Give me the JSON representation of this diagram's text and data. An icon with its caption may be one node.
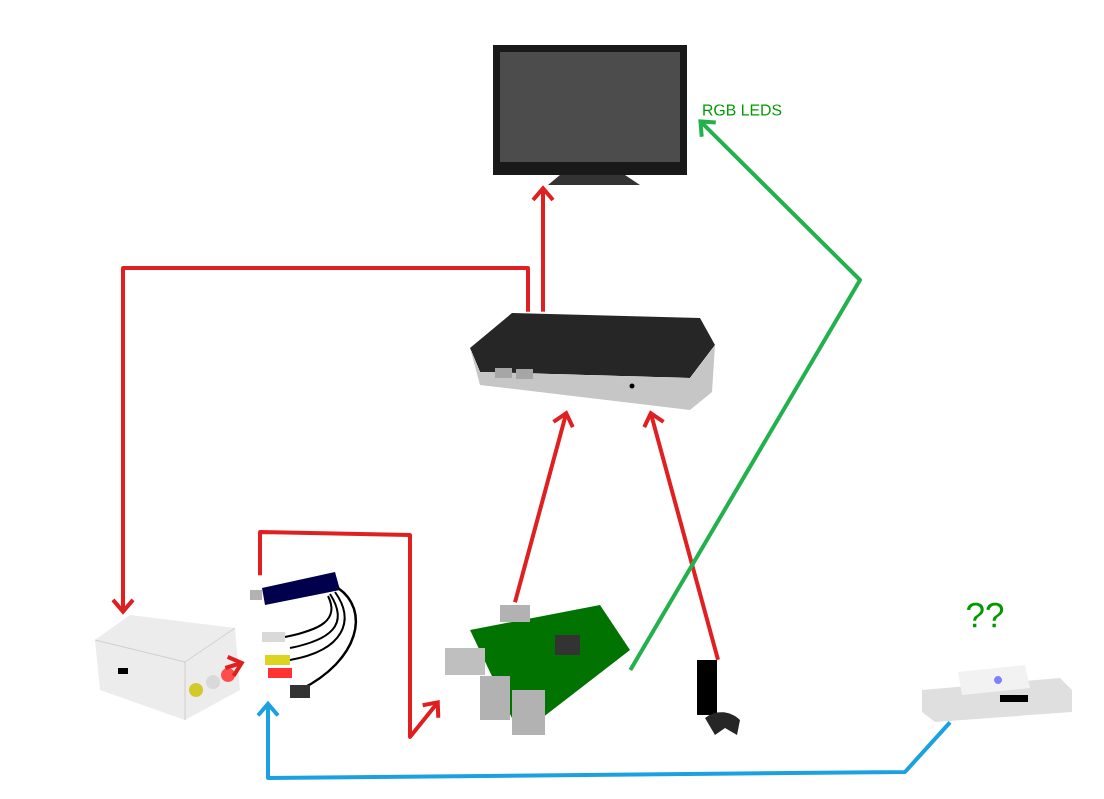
{
  "diagram": {
    "nodes": [
      {
        "text": [],
        "shape": "picture"
      },
      {
        "text": [],
        "shape": "picture"
      },
      {
        "text": [],
        "shape": "picture"
      },
      {
        "text": [],
        "shape": "picture"
      },
      {
        "text": [],
        "shape": "picture"
      },
      {
        "text": [],
        "shape": "picture"
      },
      {
        "text": [],
        "shape": "picture",
        "beside": [
          "??"
        ]
      },
      {
        "text": [
          "RGB LEDS"
        ]
      }
    ],
    "edges": [
      {
        "from": 1,
        "to": 0,
        "arrow": "to"
      },
      {
        "from": 1,
        "to": 2,
        "arrow": "to"
      },
      {
        "from": 2,
        "to": 3,
        "arrow": "to"
      },
      {
        "from": 3,
        "to": 4,
        "arrow": "to"
      },
      {
        "from": 4,
        "to": 1,
        "arrow": "to"
      },
      {
        "from": 5,
        "to": 1,
        "arrow": "to"
      },
      {
        "from": 4,
        "to": 7,
        "arrow": "to",
        "color": "#22b14c"
      },
      {
        "from": 6,
        "to": 3,
        "arrow": "to",
        "color": "#1ba1e2"
      }
    ]
  }
}
